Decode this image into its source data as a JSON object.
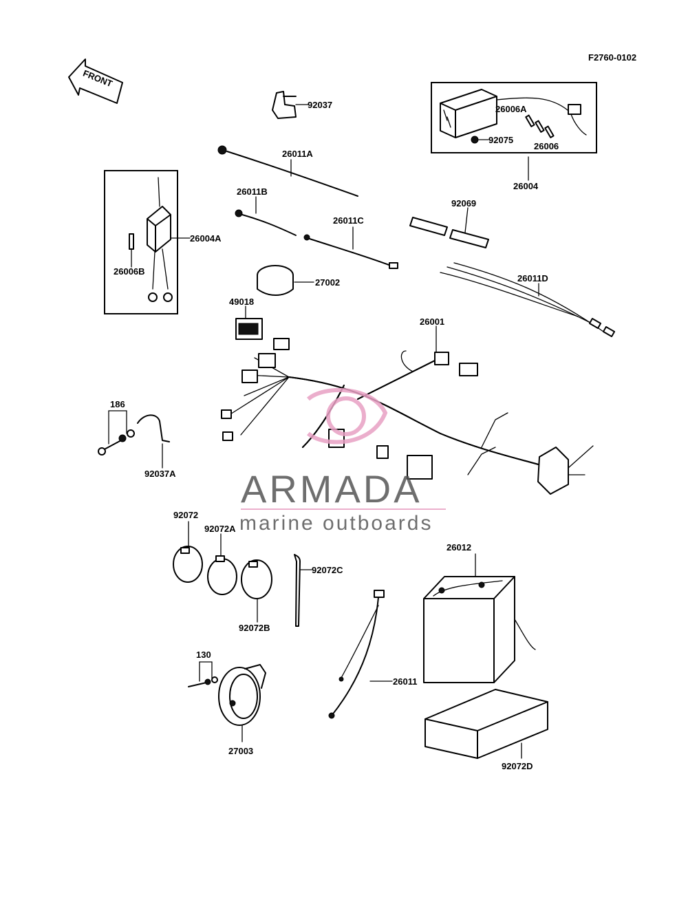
{
  "figure_id": "F2760-0102",
  "front_arrow_text": "FRONT",
  "watermark": {
    "title": "ARMADA",
    "subtitle": "marine outboards",
    "accent_color": "#e8a0c4",
    "text_color": "#555555"
  },
  "parts": {
    "p92037": "92037",
    "p26011A": "26011A",
    "p26011B": "26011B",
    "p26011C": "26011C",
    "p26011D": "26011D",
    "p26004": "26004",
    "p26004A": "26004A",
    "p26006A": "26006A",
    "p26006": "26006",
    "p26006B": "26006B",
    "p92075": "92075",
    "p92069": "92069",
    "p27002": "27002",
    "p49018": "49018",
    "p26001": "26001",
    "p186": "186",
    "p92037A": "92037A",
    "p92072": "92072",
    "p92072A": "92072A",
    "p92072B": "92072B",
    "p92072C": "92072C",
    "p92072D": "92072D",
    "p26012": "26012",
    "p26011": "26011",
    "p130": "130",
    "p27003": "27003"
  }
}
